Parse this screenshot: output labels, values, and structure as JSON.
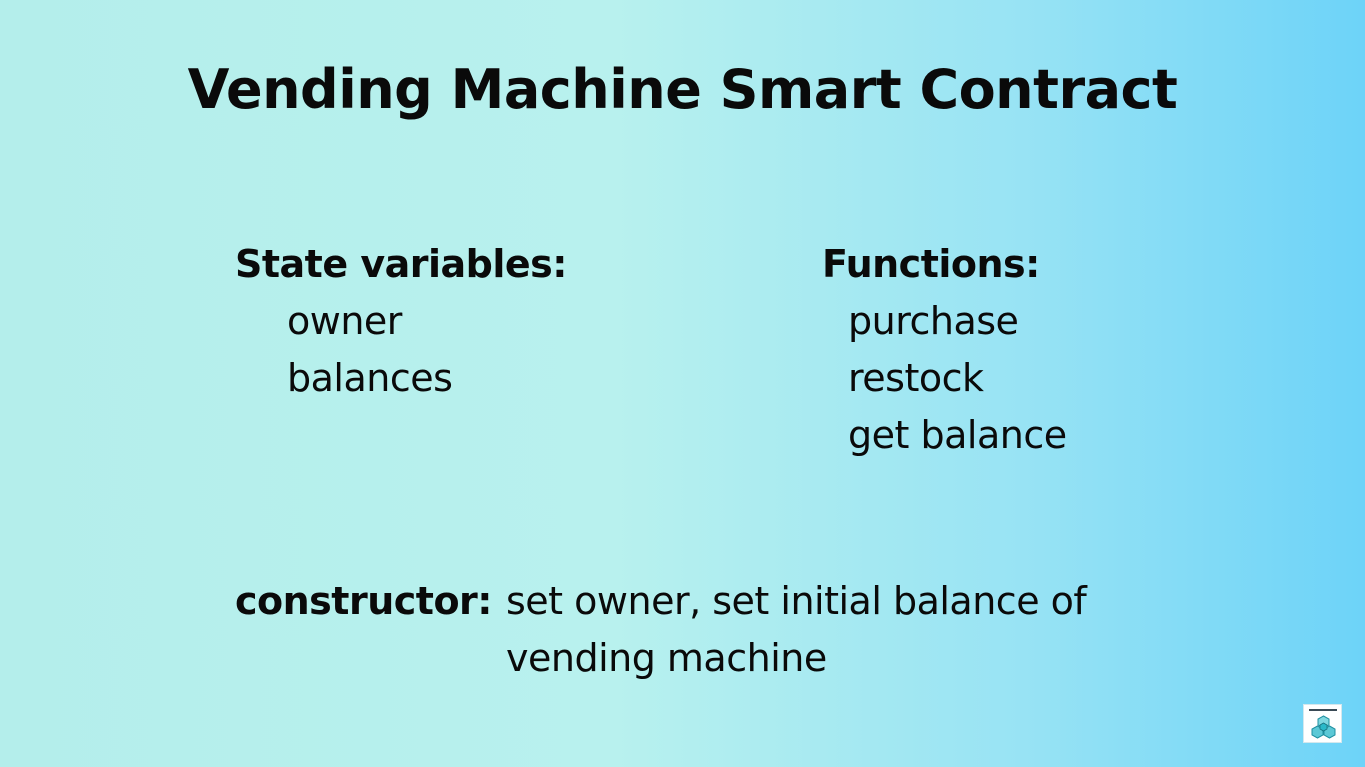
{
  "slide": {
    "title": "Vending Machine Smart Contract"
  },
  "state_variables": {
    "heading": "State variables:",
    "items": [
      "owner",
      "balances"
    ]
  },
  "functions": {
    "heading": "Functions:",
    "items": [
      "purchase",
      "restock",
      "get balance"
    ]
  },
  "constructor": {
    "label": "constructor:",
    "text": "set owner, set initial balance of vending machine"
  },
  "colors": {
    "text": "#0a0a0a",
    "background_left": "#b4eeeb",
    "background_right": "#6dd3f8",
    "logo_accent": "#2bb8c8"
  },
  "logo": {
    "icon": "cube-cluster-logo-icon"
  }
}
